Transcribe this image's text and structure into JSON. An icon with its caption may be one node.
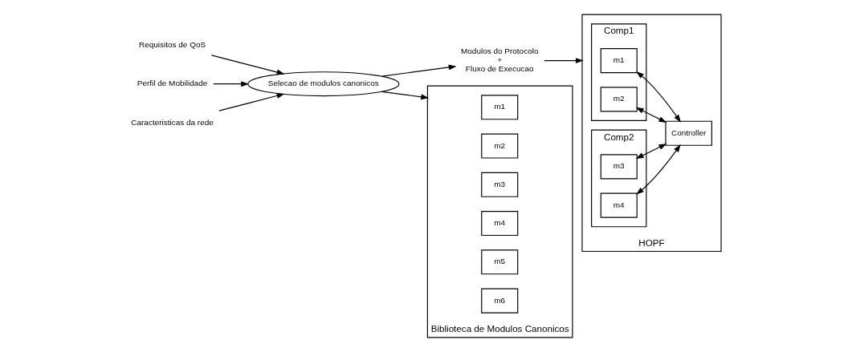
{
  "diagram": {
    "nodes": [
      {
        "text": [
          "Requisitos de QoS"
        ]
      },
      {
        "text": [
          "Perfil de Mobilidade"
        ]
      },
      {
        "text": [
          "Caracteristicas da rede"
        ]
      },
      {
        "text": [
          "Selecao de modulos canonicos"
        ]
      },
      {
        "text": [
          "Modulos do Protocolo",
          "+",
          "Fluxo de Execucao"
        ]
      },
      {
        "text": [
          "Biblioteca de Modulos Canonicos"
        ]
      },
      {
        "text": [
          "m1"
        ],
        "in": 5
      },
      {
        "text": [
          "m2"
        ],
        "in": 5
      },
      {
        "text": [
          "m3"
        ],
        "in": 5
      },
      {
        "text": [
          "m4"
        ],
        "in": 5
      },
      {
        "text": [
          "m5"
        ],
        "in": 5
      },
      {
        "text": [
          "m6"
        ],
        "in": 5
      },
      {
        "text": [
          "HOPF"
        ]
      },
      {
        "text": [
          "Comp1"
        ],
        "in": 12
      },
      {
        "text": [
          "m1"
        ],
        "in": 13
      },
      {
        "text": [
          "m2"
        ],
        "in": 13
      },
      {
        "text": [
          "Comp2"
        ],
        "in": 12
      },
      {
        "text": [
          "m3"
        ],
        "in": 16
      },
      {
        "text": [
          "m4"
        ],
        "in": 16
      },
      {
        "text": [
          "Controller"
        ],
        "in": 12
      }
    ],
    "edges": [
      {
        "from": 0,
        "to": 3,
        "arrow": "to"
      },
      {
        "from": 1,
        "to": 3,
        "arrow": "to"
      },
      {
        "from": 2,
        "to": 3,
        "arrow": "to"
      },
      {
        "from": 3,
        "to": 5,
        "arrow": "to"
      },
      {
        "from": 3,
        "to": 4,
        "arrow": "to"
      },
      {
        "from": 4,
        "to": 12,
        "arrow": "to"
      },
      {
        "from": 14,
        "to": 19,
        "arrow": "both"
      },
      {
        "from": 15,
        "to": 19,
        "arrow": "both"
      },
      {
        "from": 17,
        "to": 19,
        "arrow": "both"
      },
      {
        "from": 18,
        "to": 19,
        "arrow": "both"
      }
    ]
  }
}
